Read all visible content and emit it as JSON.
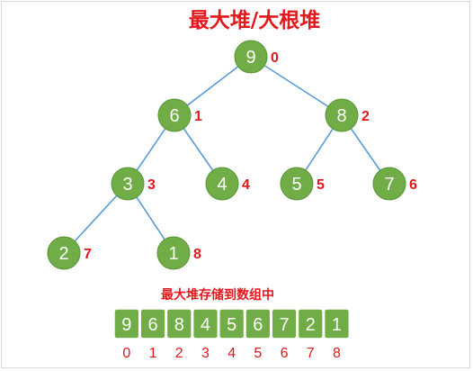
{
  "title": "最大堆/大根堆",
  "array_caption": "最大堆存储到数组中",
  "colors": {
    "node_fill": "#70ad47",
    "edge": "#5b9bd5",
    "label_red": "#e3171c"
  },
  "nodes": [
    {
      "index": "0",
      "value": "9"
    },
    {
      "index": "1",
      "value": "6"
    },
    {
      "index": "2",
      "value": "8"
    },
    {
      "index": "3",
      "value": "3"
    },
    {
      "index": "4",
      "value": "4"
    },
    {
      "index": "5",
      "value": "5"
    },
    {
      "index": "6",
      "value": "7"
    },
    {
      "index": "7",
      "value": "2"
    },
    {
      "index": "8",
      "value": "1"
    }
  ],
  "edges": [
    [
      0,
      1
    ],
    [
      0,
      2
    ],
    [
      1,
      3
    ],
    [
      1,
      4
    ],
    [
      2,
      5
    ],
    [
      2,
      6
    ],
    [
      3,
      7
    ],
    [
      3,
      8
    ]
  ],
  "array": {
    "values": [
      "9",
      "6",
      "8",
      "4",
      "5",
      "6",
      "7",
      "2",
      "1"
    ],
    "indices": [
      "0",
      "1",
      "2",
      "3",
      "4",
      "5",
      "6",
      "7",
      "8"
    ]
  }
}
